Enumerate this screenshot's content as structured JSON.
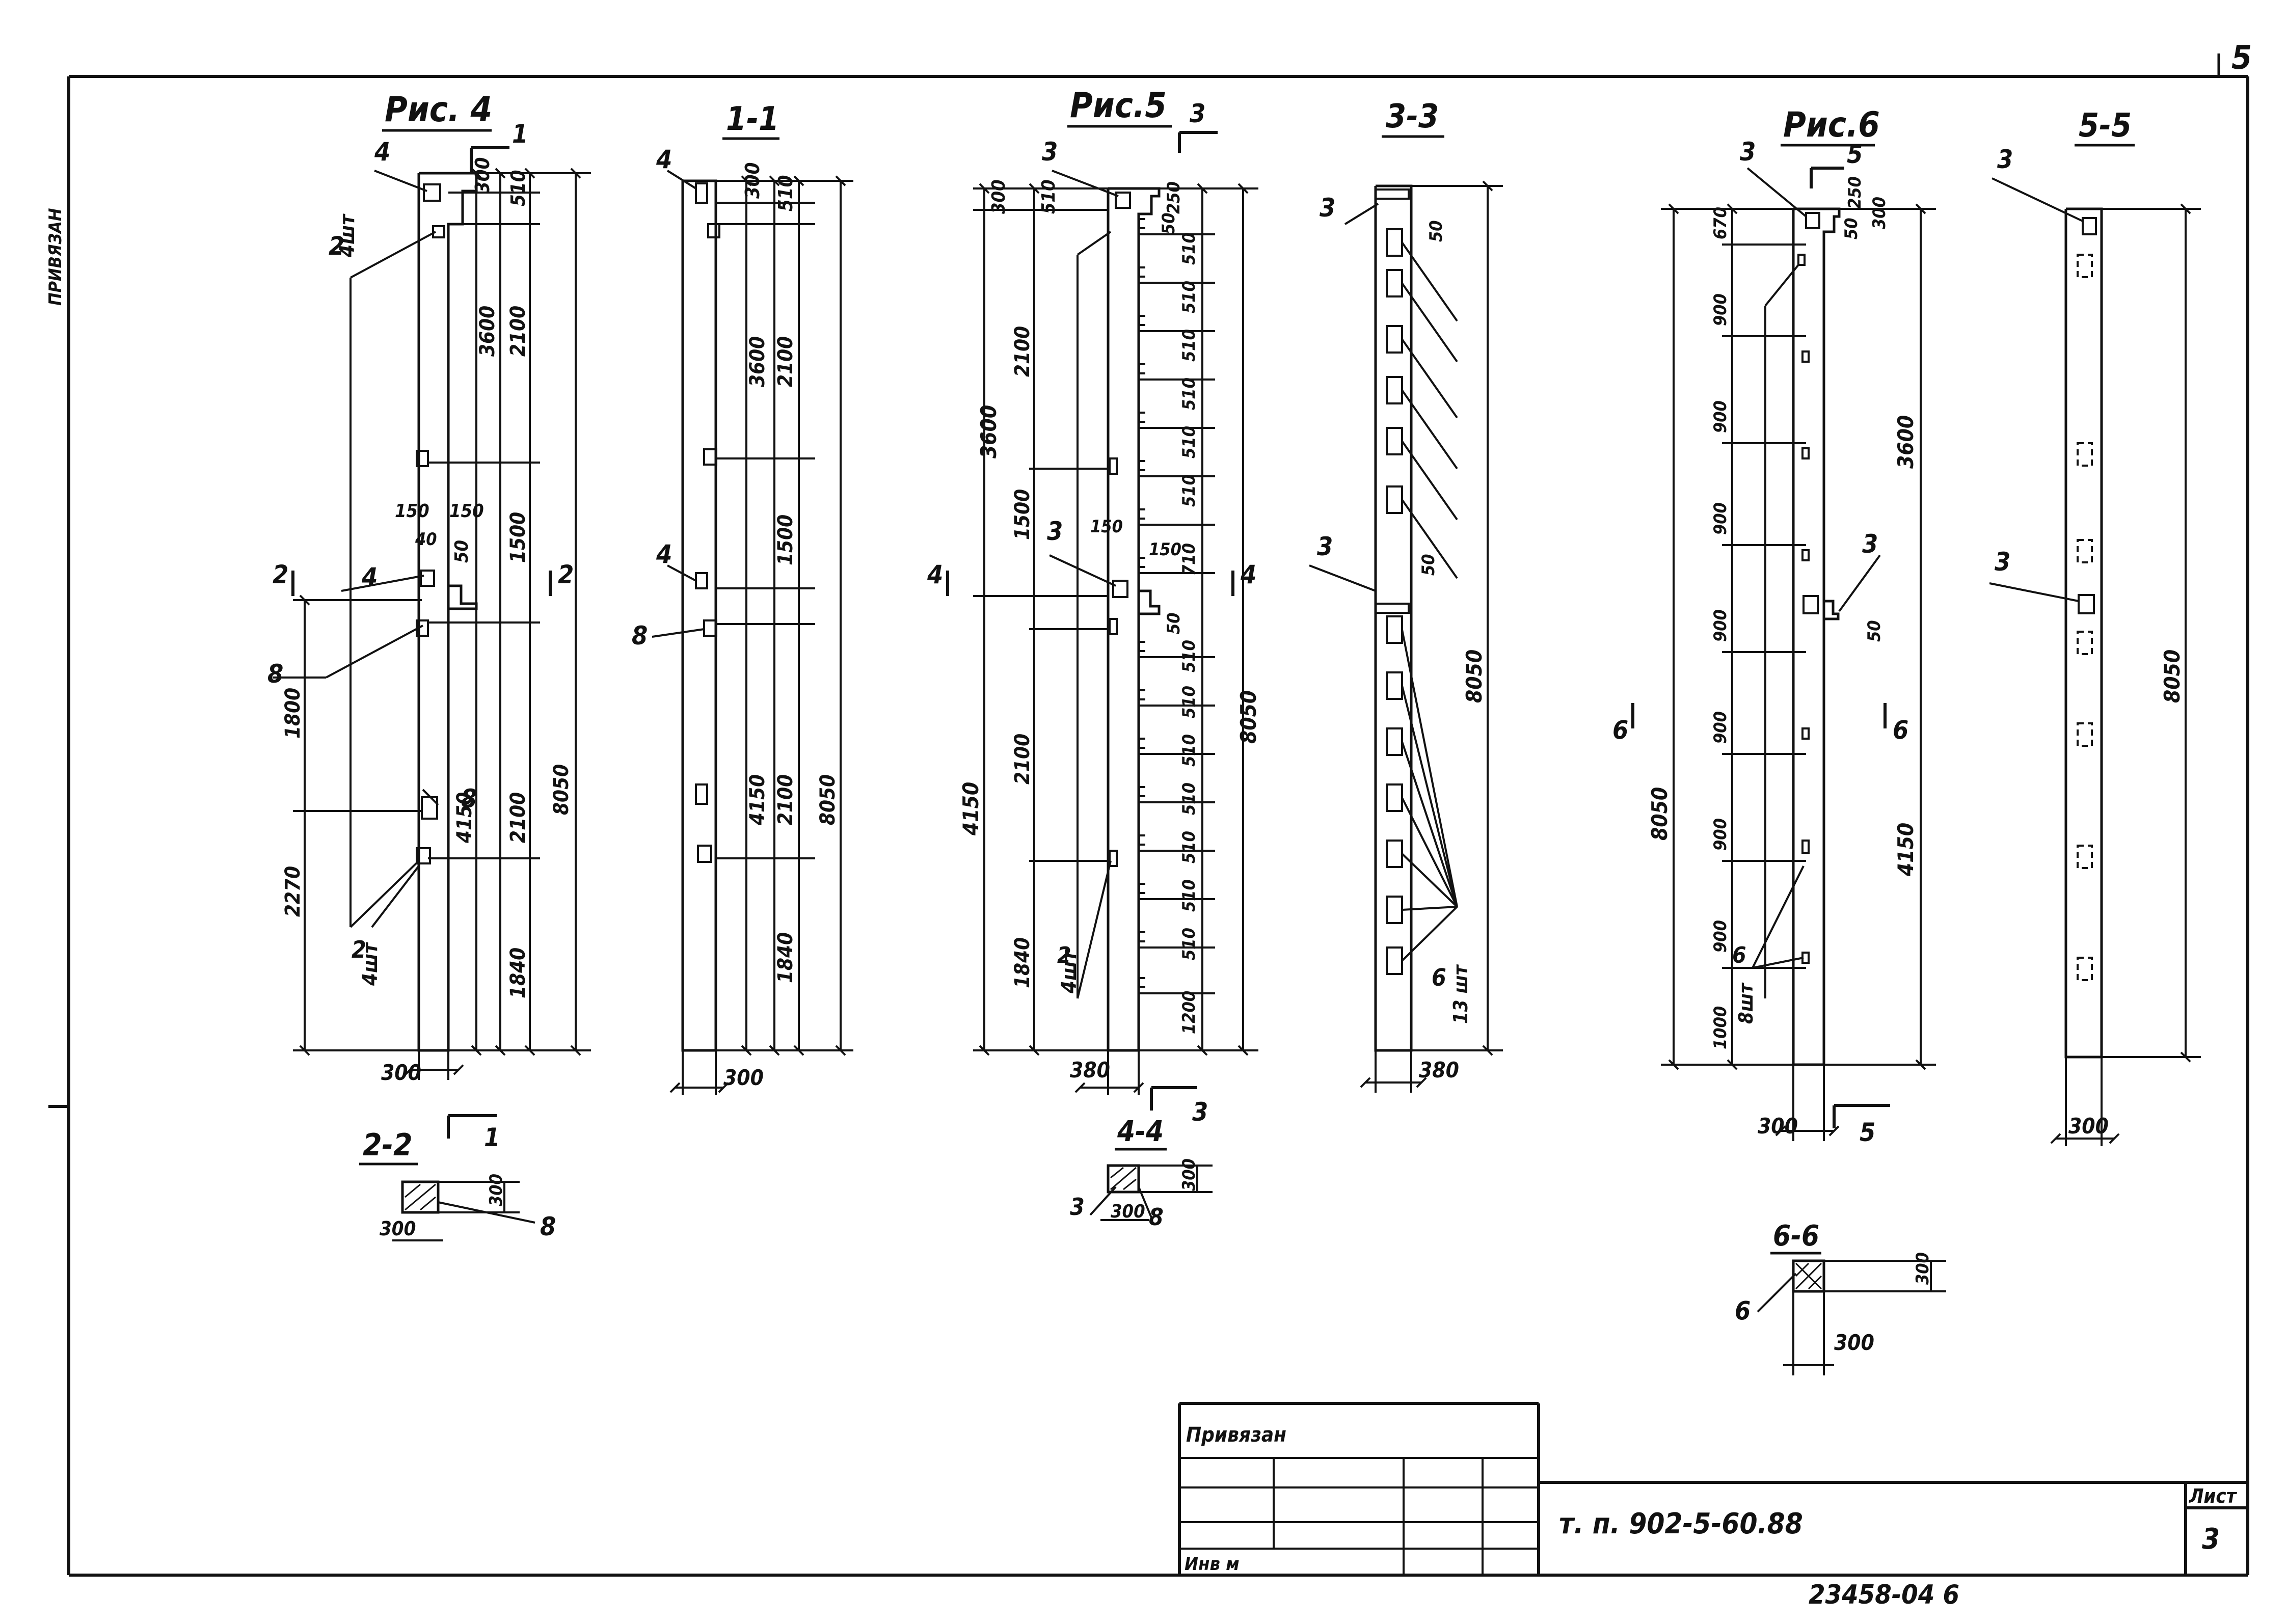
{
  "sheet_number_corner": "5",
  "margin_note": "ПРИВЯЗАН",
  "views": {
    "fig4": {
      "title": "Рис. 4",
      "callouts": [
        "4",
        "2",
        "4шт",
        "8",
        "4",
        "8",
        "2",
        "4шт"
      ],
      "section_marks": [
        "1",
        "1",
        "2",
        "2"
      ],
      "dims_left": [
        "1800",
        "2270"
      ],
      "dims_right": [
        "300",
        "510",
        "3600",
        "2100",
        "1500",
        "150",
        "150",
        "40",
        "50",
        "4150",
        "2100",
        "1840",
        "8050"
      ],
      "width": "300"
    },
    "sec11": {
      "title": "1-1",
      "callouts": [
        "4",
        "4",
        "8"
      ],
      "dims": [
        "300",
        "510",
        "3600",
        "2100",
        "1500",
        "4150",
        "2100",
        "1840",
        "8050"
      ],
      "width": "300"
    },
    "fig5": {
      "title": "Рис.5",
      "callouts": [
        "3",
        "3",
        "2",
        "4шт"
      ],
      "section_marks": [
        "3",
        "3",
        "4",
        "4"
      ],
      "dims_left": [
        "300",
        "510",
        "3600",
        "2100",
        "1500",
        "4150",
        "2100",
        "1840"
      ],
      "dims_right": [
        "250",
        "50",
        "510",
        "510",
        "510",
        "510",
        "510",
        "510",
        "150",
        "150",
        "710",
        "50",
        "510",
        "510",
        "510",
        "510",
        "510",
        "510",
        "510",
        "1200",
        "8050"
      ],
      "width": "380"
    },
    "sec33": {
      "title": "3-3",
      "callouts": [
        "3",
        "3",
        "6",
        "13 шт"
      ],
      "dims": [
        "50",
        "50",
        "8050"
      ],
      "width": "380"
    },
    "fig6": {
      "title": "Рис.6",
      "callouts": [
        "3",
        "5",
        "3",
        "6",
        "8шт"
      ],
      "section_marks": [
        "6",
        "6",
        "5"
      ],
      "dims_left": [
        "670",
        "900",
        "900",
        "900",
        "900",
        "900",
        "900",
        "900",
        "1000",
        "8050"
      ],
      "dims_right": [
        "250",
        "50",
        "300",
        "3600",
        "50",
        "4150"
      ],
      "width": "300"
    },
    "sec55": {
      "title": "5-5",
      "callouts": [
        "3",
        "3"
      ],
      "dims": [
        "8050"
      ],
      "width": "300"
    },
    "sec22": {
      "title": "2-2",
      "callout": "8",
      "width": "300",
      "height": "300"
    },
    "sec44": {
      "title": "4-4",
      "callouts": [
        "3",
        "8"
      ],
      "width": "300",
      "height": "300"
    },
    "sec66": {
      "title": "6-6",
      "callout": "6",
      "width": "300",
      "height": "300"
    }
  },
  "title_block": {
    "privyazan": "Привязан",
    "inv": "Инв м",
    "doc_code": "т. п. 902-5-60.88",
    "sheet_label": "Лист",
    "sheet_number": "3"
  },
  "footer_number": "23458-04  6"
}
